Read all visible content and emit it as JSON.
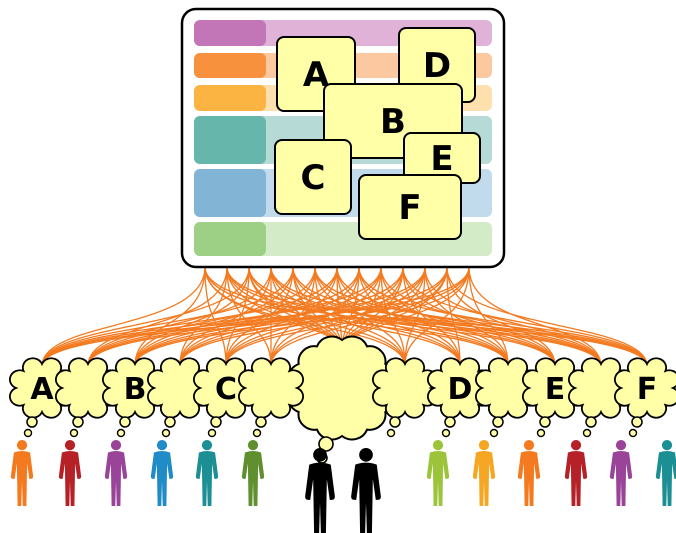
{
  "board": {
    "rows": [
      {
        "color": "#c276b8",
        "light": "#e0b2d8"
      },
      {
        "color": "#f7913d",
        "light": "#fbc8a0"
      },
      {
        "color": "#fbb442",
        "light": "#fde0ae"
      },
      {
        "color": "#67b6ac",
        "light": "#b6dbd6"
      },
      {
        "color": "#82b4d6",
        "light": "#c2dbec"
      },
      {
        "color": "#9dcf84",
        "light": "#d3ebc7"
      }
    ],
    "notes": [
      {
        "id": "note-a",
        "label": "A"
      },
      {
        "id": "note-d",
        "label": "D"
      },
      {
        "id": "note-b",
        "label": "B"
      },
      {
        "id": "note-c",
        "label": "C"
      },
      {
        "id": "note-e",
        "label": "E"
      },
      {
        "id": "note-f",
        "label": "F"
      }
    ]
  },
  "thought_bubbles": [
    {
      "label": "A"
    },
    {
      "label": ""
    },
    {
      "label": "B"
    },
    {
      "label": ""
    },
    {
      "label": "C"
    },
    {
      "label": ""
    },
    {
      "label": ""
    },
    {
      "label": "D"
    },
    {
      "label": ""
    },
    {
      "label": "E"
    },
    {
      "label": ""
    },
    {
      "label": "F"
    }
  ],
  "people_colors": [
    "#f47a20",
    "#b52126",
    "#9a4499",
    "#1f8cc7",
    "#1b8f93",
    "#5f8f2f",
    "#000000",
    "#000000",
    "#9bc43b",
    "#f5a623",
    "#f47a20",
    "#b52126",
    "#9a4499",
    "#1b8f93"
  ],
  "colors": {
    "note_fill": "#ffffa8",
    "cloud_fill": "#ffffa8",
    "connector": "#f47a20",
    "outline": "#000000"
  }
}
